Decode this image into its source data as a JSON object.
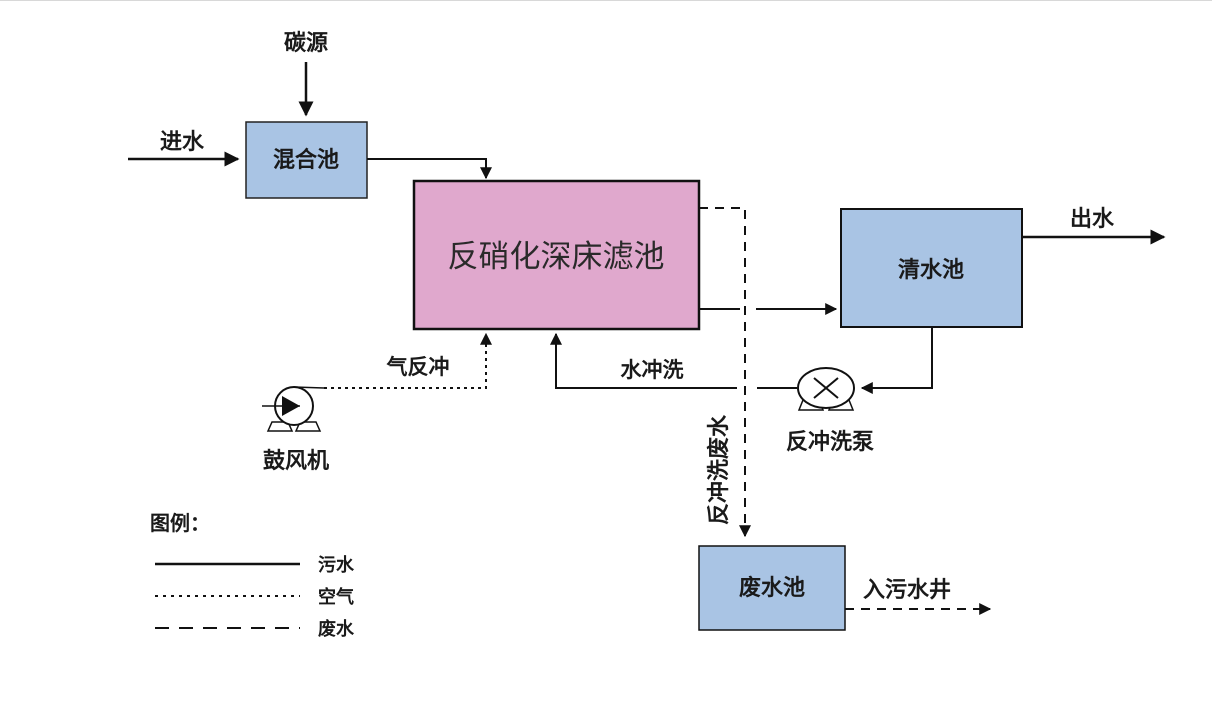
{
  "colors": {
    "tank_fill": "#a9c4e4",
    "filter_fill": "#e0a8cd",
    "line": "#111111"
  },
  "labels": {
    "carbon_source": "碳源",
    "inflow": "进水",
    "mixing_tank": "混合池",
    "filter": "反硝化深床滤池",
    "clear_tank": "清水池",
    "outflow": "出水",
    "air_backwash": "气反冲",
    "water_backwash": "水冲洗",
    "blower": "鼓风机",
    "backwash_pump": "反冲洗泵",
    "backwash_wastewater": "反冲洗废水",
    "waste_tank": "废水池",
    "to_sewer_well": "入污水井"
  },
  "legend": {
    "title": "图例：",
    "items": [
      {
        "label": "污水",
        "style": "solid"
      },
      {
        "label": "空气",
        "style": "dotted"
      },
      {
        "label": "废水",
        "style": "dashed"
      }
    ]
  }
}
